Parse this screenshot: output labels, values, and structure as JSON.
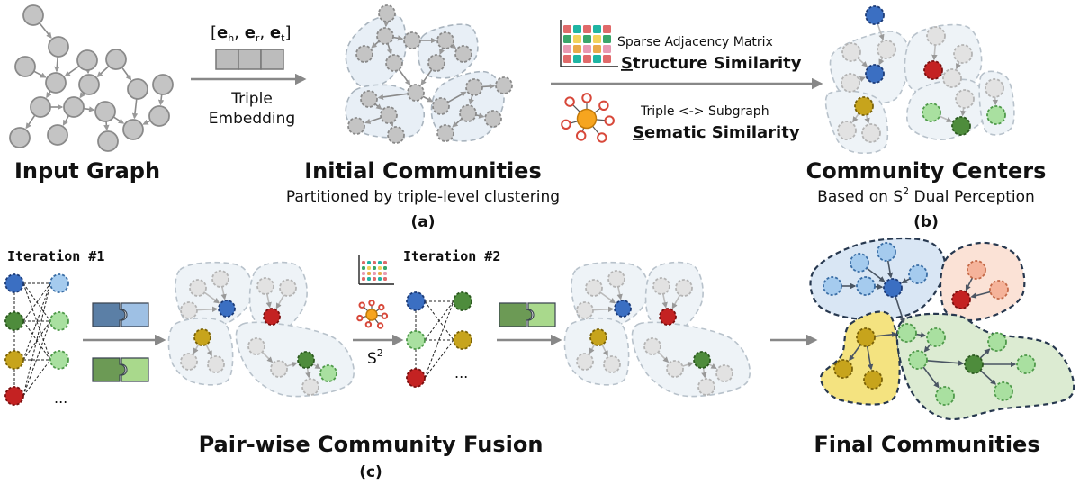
{
  "titles": {
    "input_graph": "Input Graph",
    "initial_communities": "Initial Communities",
    "community_centers": "Community Centers",
    "pair_fusion": "Pair-wise Community Fusion",
    "final_communities": "Final Communities"
  },
  "subtitles": {
    "initial": "Partitioned by triple-level clustering",
    "centers_prefix": "Based on S",
    "centers_sup": "2",
    "centers_suffix": " Dual Perception"
  },
  "panel_labels": {
    "a": "(a)",
    "b": "(b)",
    "c": "(c)"
  },
  "embedding": {
    "open": "[",
    "eh": "e",
    "eh_sub": "h",
    "sep1": ", ",
    "er": "e",
    "er_sub": "r",
    "sep2": ", ",
    "et": "e",
    "et_sub": "t",
    "close": "]",
    "label_line1": "Triple",
    "label_line2": "Embedding"
  },
  "similarity": {
    "matrix_caption": "Sparse Adjacency Matrix",
    "structure_first": "S",
    "structure_rest": "tructure Similarity",
    "triple_caption": "Triple <-> Subgraph",
    "semantic_first": "S",
    "semantic_rest": "ematic Similarity"
  },
  "iterations": {
    "iter1": "Iteration #1",
    "iter2": "Iteration #2",
    "s2_base": "S",
    "s2_sup": "2",
    "ellipsis1": "...",
    "ellipsis2": "..."
  },
  "colors": {
    "node_gray": "#c4c4c4",
    "node_gray_stroke": "#8a8a8a",
    "blue": "#3b6fc2",
    "light_blue": "#a5cbee",
    "green": "#4e8c3c",
    "light_green": "#a9e0a0",
    "gold": "#c7a41c",
    "red": "#c42222",
    "peach": "#f5b39a",
    "community_fill": "#e8eff6",
    "matrix": [
      "#e06a6a",
      "#e9a949",
      "#3aa66a",
      "#1fb5a3",
      "#e89ab3",
      "#f2d25c"
    ]
  }
}
